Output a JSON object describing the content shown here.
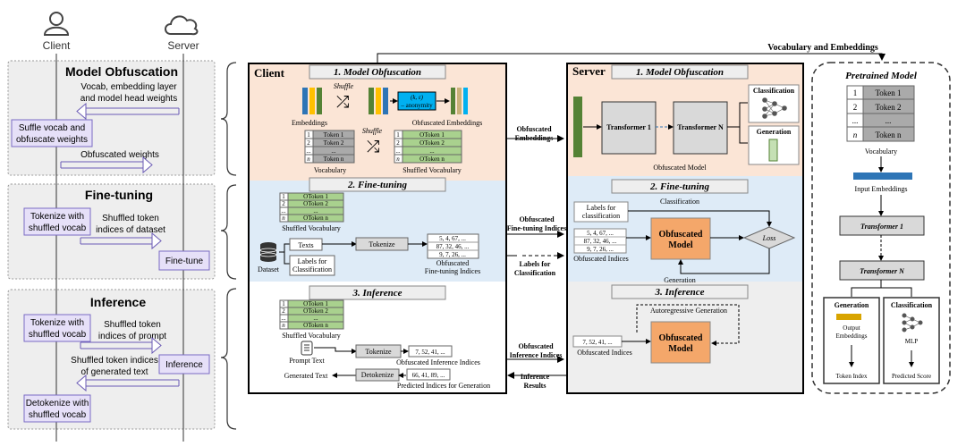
{
  "left": {
    "client": "Client",
    "server": "Server",
    "sections": {
      "obf": "Model Obfuscation",
      "ft": "Fine-tuning",
      "inf": "Inference"
    },
    "obf_msg1": [
      "Vocab, embedding layer",
      "and model head weights"
    ],
    "obf_box": [
      "Suffle vocab  and",
      "obfuscate weights"
    ],
    "obf_msg2": "Obfuscated weights",
    "ft_box": [
      "Tokenize with",
      "shuffled vocab"
    ],
    "ft_msg": [
      "Shuffled token",
      "indices of dataset"
    ],
    "ft_server": "Fine-tune",
    "inf_box1": [
      "Tokenize with",
      "shuffled vocab"
    ],
    "inf_msg1": [
      "Shuffled token",
      "indices of prompt"
    ],
    "inf_msg2": [
      "Shuffled token indices",
      "of generated text"
    ],
    "inf_server": "Inference",
    "inf_box2": [
      "Detokenize with",
      "shuffled vocab"
    ]
  },
  "top_label": "Vocabulary and Embeddings",
  "client": {
    "title": "Client",
    "sec1": "1. Model Obfuscation",
    "shuffle": "Shuffle",
    "kx": "(k, ε)",
    "anon": "– anonymity",
    "embeddings": "Embeddings",
    "obf_embeddings": "Obfuscated Embeddings",
    "vocabulary": "Vocabulary",
    "shuffled_vocab": "Shuffled Vocabulary",
    "idx": [
      "1",
      "2",
      "...",
      "n"
    ],
    "tokens": [
      "Token 1",
      "Token 2",
      "...",
      "Token n"
    ],
    "otokens": [
      "OToken 1",
      "OToken 2",
      "...",
      "OToken n"
    ],
    "sec2": "2. Fine-tuning",
    "dataset": "Dataset",
    "texts": "Texts",
    "labels_cls": [
      "Labels for",
      "Classification"
    ],
    "tokenize": "Tokenize",
    "ft_indices": [
      "5, 4, 67, ...",
      "87, 32, 46, ...",
      "9, 7, 26, ..."
    ],
    "obf_ft_indices": [
      "Obfuscated",
      "Fine-tuning Indices"
    ],
    "sec3": "3. Inference",
    "prompt_text": "Prompt Text",
    "generated_text": "Generated Text",
    "inf_indices": "7, 52, 41, ...",
    "obf_inf_indices": "Obfuscated  Inference Indices",
    "detokenize": "Detokenize",
    "pred_indices": "66, 41, 89, ...",
    "pred_label": "Predicted Indices for Generation"
  },
  "arrows": {
    "obf_emb": [
      "Obfuscated",
      "Embeddings"
    ],
    "obf_ft": [
      "Obfuscated",
      "Fine-tuning Indices"
    ],
    "labels_cls": [
      "Labels for",
      "Classification"
    ],
    "obf_inf": [
      "Obfuscated",
      "Inference Indices"
    ],
    "inf_results": [
      "Inference",
      "Results"
    ]
  },
  "server": {
    "title": "Server",
    "sec1": "1. Model Obfuscation",
    "t1": "Transformer 1",
    "tn": "Transformer N",
    "classification": "Classification",
    "generation": "Generation",
    "obf_model": "Obfuscated Model",
    "sec2": "2. Fine-tuning",
    "cls_label": "Classification",
    "labels_for": [
      "Labels for",
      "classification"
    ],
    "indices": [
      "5, 4, 67, ...",
      "87, 32, 46, ...",
      "9, 7, 26, ..."
    ],
    "obf_indices": "Obfuscated Indices",
    "obf_model_box": [
      "Obfuscated",
      "Model"
    ],
    "loss": "Loss",
    "gen_label": "Generation",
    "sec3": "3. Inference",
    "autoregressive": "Autoregressive Generation",
    "inf_idx": "7, 52, 41, ...",
    "obf_indices2": "Obfuscated Indices",
    "obf_model_box2": [
      "Obfuscated",
      "Model"
    ]
  },
  "pretrained": {
    "title": "Pretrained Model",
    "idx": [
      "1",
      "2",
      "...",
      "n"
    ],
    "tokens": [
      "Token 1",
      "Token 2",
      "...",
      "Token n"
    ],
    "vocabulary": "Vocabulary",
    "input_emb": "Input Embeddings",
    "t1": "Transformer 1",
    "tn": "Transformer N",
    "generation": "Generation",
    "output_emb": [
      "Output",
      "Embeddings"
    ],
    "token_index": "Token Index",
    "classification": "Classification",
    "mlp": "MLP",
    "predicted_score": "Predicted Score"
  },
  "colors": {
    "orange_bg": "#fbe5d6",
    "blue_bg": "#deebf7",
    "grey_bg": "#eeeeee",
    "green": "#a9d18e",
    "dark_green": "#548235",
    "obf_model": "#f4a76a",
    "blue_bar": "#2e75b6",
    "purple_box": "#e6e0f8",
    "purple_border": "#7a6bc4"
  }
}
